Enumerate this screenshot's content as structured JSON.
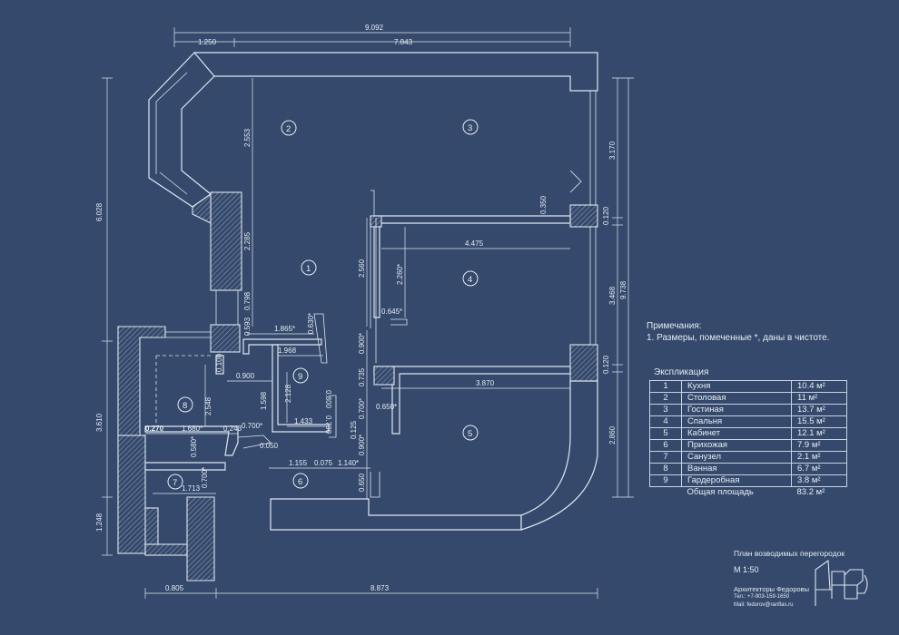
{
  "notes": {
    "title": "Примечания:",
    "line1": "1. Размеры, помеченные *, даны в чистоте."
  },
  "explication": {
    "title": "Экспликация",
    "rows": [
      {
        "num": "1",
        "name": "Кухня",
        "area": "10.4 м²"
      },
      {
        "num": "2",
        "name": "Столовая",
        "area": "11 м²"
      },
      {
        "num": "3",
        "name": "Гостиная",
        "area": "13.7 м²"
      },
      {
        "num": "4",
        "name": "Спальня",
        "area": "15.5 м²"
      },
      {
        "num": "5",
        "name": "Кабинет",
        "area": "12.1 м²"
      },
      {
        "num": "6",
        "name": "Прихожая",
        "area": "7.9 м²"
      },
      {
        "num": "7",
        "name": "Санузел",
        "area": "2.1 м²"
      },
      {
        "num": "8",
        "name": "Ванная",
        "area": "6.7 м²"
      },
      {
        "num": "9",
        "name": "Гардеробная",
        "area": "3.8 м²"
      }
    ],
    "total_label": "Общая площадь",
    "total_area": "83.2 м²"
  },
  "plan": {
    "title": "План возводимых перегородок",
    "scale": "М 1:50"
  },
  "firm": {
    "name": "Архитекторы Федоровы",
    "phone": "Тел.: +7-903-159-1650",
    "mail": "Mail: fedorov@ranflas.ru"
  },
  "room_labels": [
    "1",
    "2",
    "3",
    "4",
    "5",
    "6",
    "7",
    "8",
    "9"
  ],
  "dims": {
    "top_total": "9.092",
    "top_left": "1.250",
    "top_right": "7.843",
    "bottom_left": "0.805",
    "bottom_right": "8.873",
    "left_upper": "6.028",
    "left_mid": "3.610",
    "left_low": "1.248",
    "right_a": "3.170",
    "right_b": "0.120",
    "right_c": "3.468",
    "right_d": "0.120",
    "right_e": "2.860",
    "right_total": "9.738",
    "d_2553": "2.553",
    "d_2285": "2.285",
    "d_0798": "0.798",
    "d_0593": "0.593",
    "d_2560": "2.560",
    "d_2260": "2.260*",
    "d_0350": "0.350",
    "d_4475": "4.475",
    "d_0645": "0.645*",
    "d_1865": "1.865*",
    "d_0630": "0.630*",
    "d_1968": "1.968",
    "d_0900v": "0.900*",
    "d_0900h": "0.900",
    "d_0735": "0.735",
    "d_3870": "3.870",
    "d_0650a": "0.650*",
    "d_0700v": "0.700*",
    "d_0125": "0.125",
    "d_0900b": "0.900*",
    "d_0650b": "0.650",
    "d_2128": "2.128",
    "d_1598": "1.598",
    "d_0800": "0.800",
    "d_0700": "0.700",
    "d_1433": "1.433",
    "d_0050": "0.050",
    "d_1155": "1.155",
    "d_0075": "0.075",
    "d_1140": "1.140*",
    "d_2548": "2.548",
    "d_0270": "0.270",
    "d_1680": "1.680*",
    "d_0243": "0.243",
    "d_0700h": "0.700*",
    "d_0580": "0.580*",
    "d_0100": "0.100",
    "d_1713": "1.713",
    "d_0700s": "0.700*"
  }
}
